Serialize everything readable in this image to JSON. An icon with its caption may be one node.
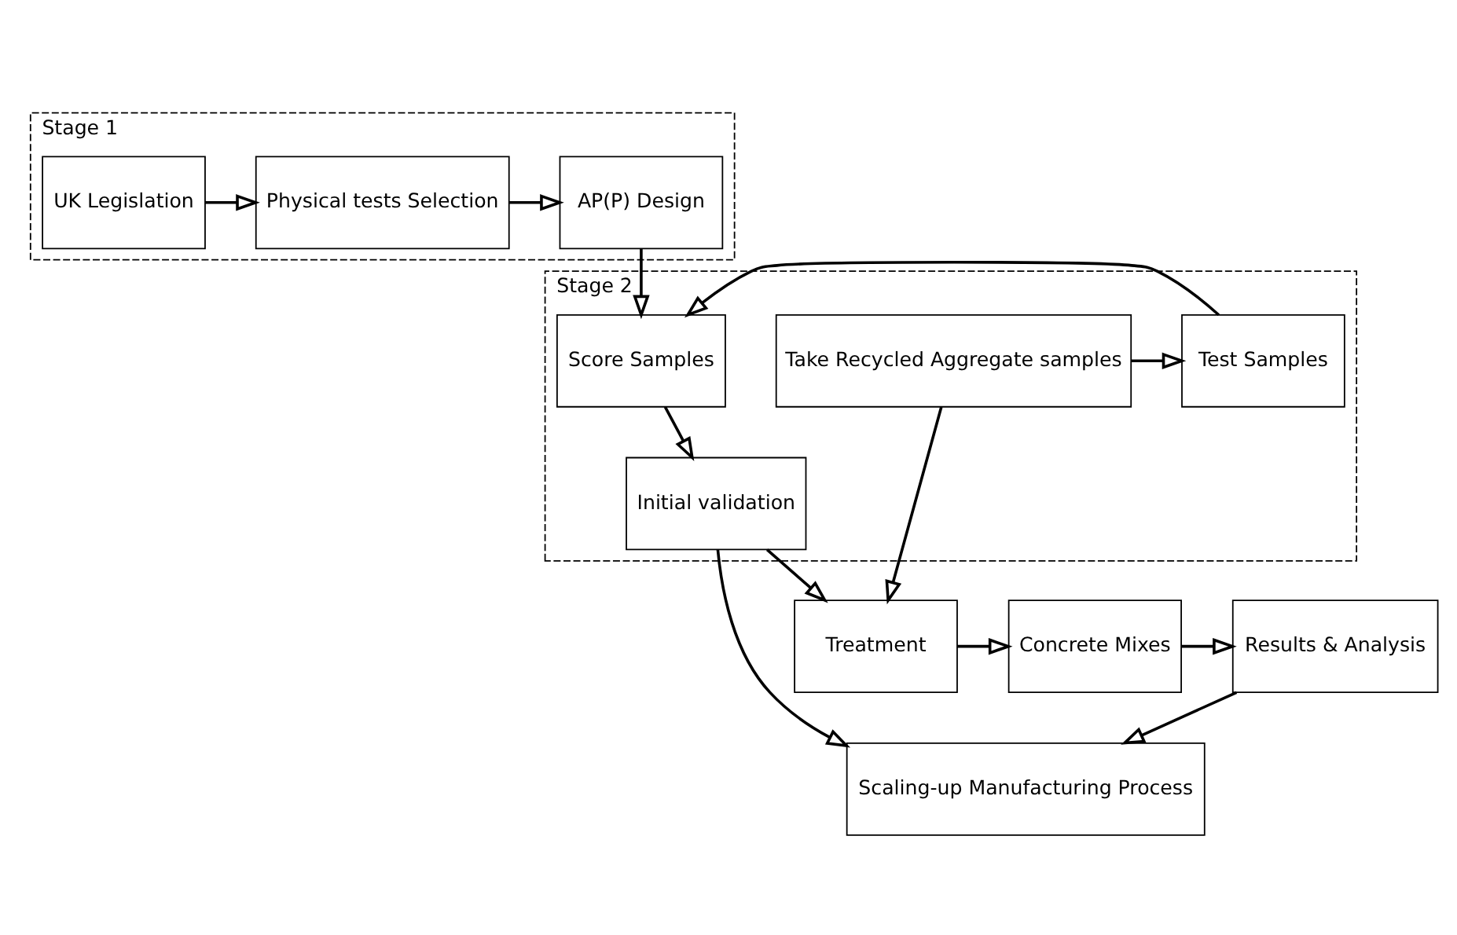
{
  "diagram": {
    "nodes": [
      {
        "text": [
          "Stage 1"
        ]
      },
      {
        "text": [
          "UK Legislation"
        ],
        "in": 0
      },
      {
        "text": [
          "Physical tests Selection"
        ],
        "in": 0
      },
      {
        "text": [
          "AP(P) Design"
        ],
        "in": 0
      },
      {
        "text": [
          "Stage 2"
        ]
      },
      {
        "text": [
          "Take Recycled Aggregate samples"
        ],
        "in": 4
      },
      {
        "text": [
          "Test Samples"
        ],
        "in": 4
      },
      {
        "text": [
          "Score Samples"
        ],
        "in": 4
      },
      {
        "text": [
          "Initial validation"
        ],
        "in": 4
      },
      {
        "text": [
          "Scaling-up Manufacturing Process"
        ]
      },
      {
        "text": [
          "Treatment"
        ]
      },
      {
        "text": [
          "Concrete Mixes"
        ]
      },
      {
        "text": [
          "Results & Analysis"
        ]
      }
    ],
    "edges": [
      {
        "from": 1,
        "to": 2,
        "arrow": "to"
      },
      {
        "from": 2,
        "to": 3,
        "arrow": "to"
      },
      {
        "from": 3,
        "to": 7,
        "arrow": "to"
      },
      {
        "from": 5,
        "to": 6,
        "arrow": "to"
      },
      {
        "from": 6,
        "to": 7,
        "arrow": "to"
      },
      {
        "from": 7,
        "to": 8,
        "arrow": "to"
      },
      {
        "from": 8,
        "to": 9,
        "arrow": "to"
      },
      {
        "from": 8,
        "to": 10,
        "arrow": "to"
      },
      {
        "from": 5,
        "to": 10,
        "arrow": "to"
      },
      {
        "from": 10,
        "to": 11,
        "arrow": "to"
      },
      {
        "from": 11,
        "to": 12,
        "arrow": "to"
      },
      {
        "from": 12,
        "to": 9,
        "arrow": "to"
      }
    ]
  }
}
